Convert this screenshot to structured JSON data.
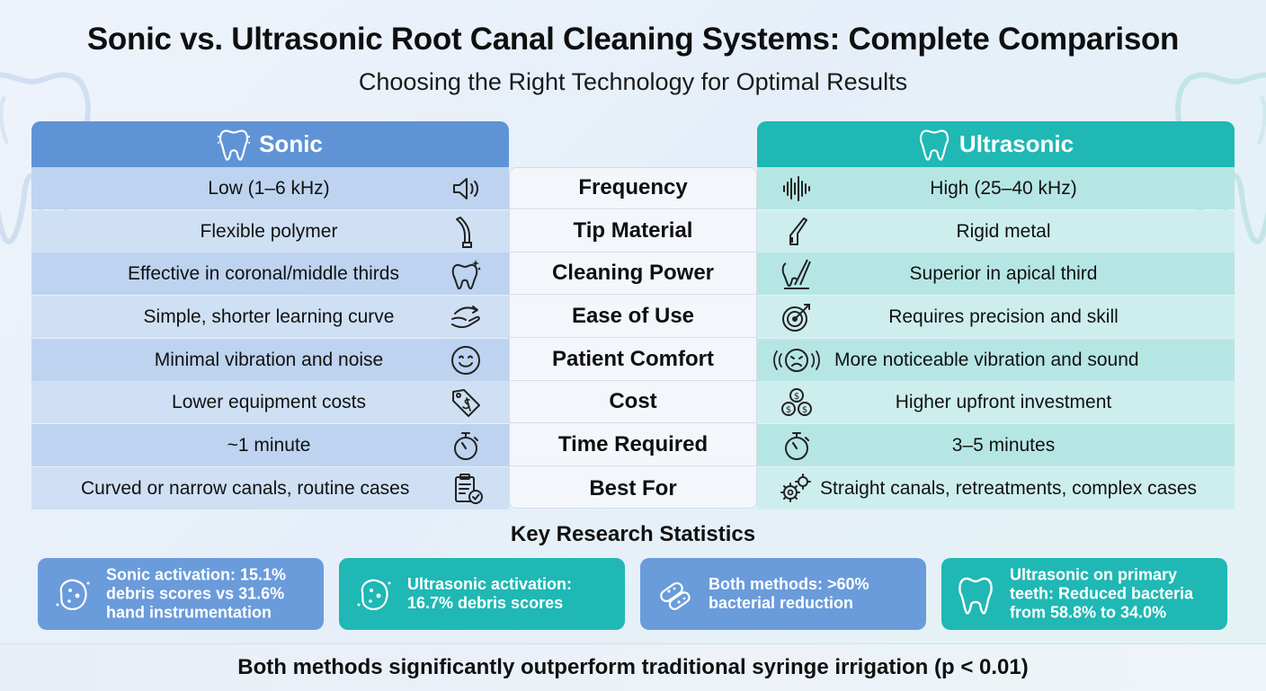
{
  "header": {
    "title": "Sonic vs. Ultrasonic Root Canal Cleaning Systems: Complete Comparison",
    "subtitle": "Choosing the Right Technology for Optimal Results"
  },
  "columns": {
    "left": "Sonic",
    "right": "Ultrasonic"
  },
  "rows": [
    {
      "label": "Frequency",
      "sonic": "Low (1–6 kHz)",
      "ultra": "High (25–40 kHz)",
      "sonic_icon": "speaker-icon",
      "ultra_icon": "sound-wave-icon"
    },
    {
      "label": "Tip Material",
      "sonic": "Flexible polymer",
      "ultra": "Rigid metal",
      "sonic_icon": "flexible-tip-icon",
      "ultra_icon": "metal-tip-icon"
    },
    {
      "label": "Cleaning Power",
      "sonic": "Effective in coronal/middle thirds",
      "ultra": "Superior in apical third",
      "sonic_icon": "sparkle-tooth-icon",
      "ultra_icon": "tooth-instrument-icon"
    },
    {
      "label": "Ease of Use",
      "sonic": "Simple, shorter learning curve",
      "ultra": "Requires precision and skill",
      "sonic_icon": "hand-arrow-icon",
      "ultra_icon": "target-icon"
    },
    {
      "label": "Patient Comfort",
      "sonic": "Minimal vibration and noise",
      "ultra": "More noticeable vibration and sound",
      "sonic_icon": "smiley-icon",
      "ultra_icon": "discomfort-face-icon"
    },
    {
      "label": "Cost",
      "sonic": "Lower equipment costs",
      "ultra": "Higher upfront investment",
      "sonic_icon": "price-tag-icon",
      "ultra_icon": "coins-icon"
    },
    {
      "label": "Time Required",
      "sonic": "~1 minute",
      "ultra": "3–5 minutes",
      "sonic_icon": "stopwatch-icon",
      "ultra_icon": "stopwatch-icon"
    },
    {
      "label": "Best For",
      "sonic": "Curved or narrow canals, routine cases",
      "ultra": "Straight canals, retreatments, complex cases",
      "sonic_icon": "clipboard-check-icon",
      "ultra_icon": "gears-icon"
    }
  ],
  "stats": {
    "title": "Key Research Statistics",
    "cards": [
      {
        "text": "Sonic activation: 15.1% debris scores vs 31.6% hand instrumentation",
        "icon": "debris-icon"
      },
      {
        "text": "Ultrasonic activation: 16.7% debris scores",
        "icon": "debris-icon"
      },
      {
        "text": "Both methods: >60% bacterial reduction",
        "icon": "bacteria-icon"
      },
      {
        "text": "Ultrasonic on primary teeth: Reduced bacteria from 58.8% to 34.0%",
        "icon": "tooth-icon"
      }
    ]
  },
  "footer": "Both methods significantly outperform traditional syringe irrigation (p < 0.01)",
  "colors": {
    "sonic": "#5f93d6",
    "ultrasonic": "#1fb8b4"
  }
}
